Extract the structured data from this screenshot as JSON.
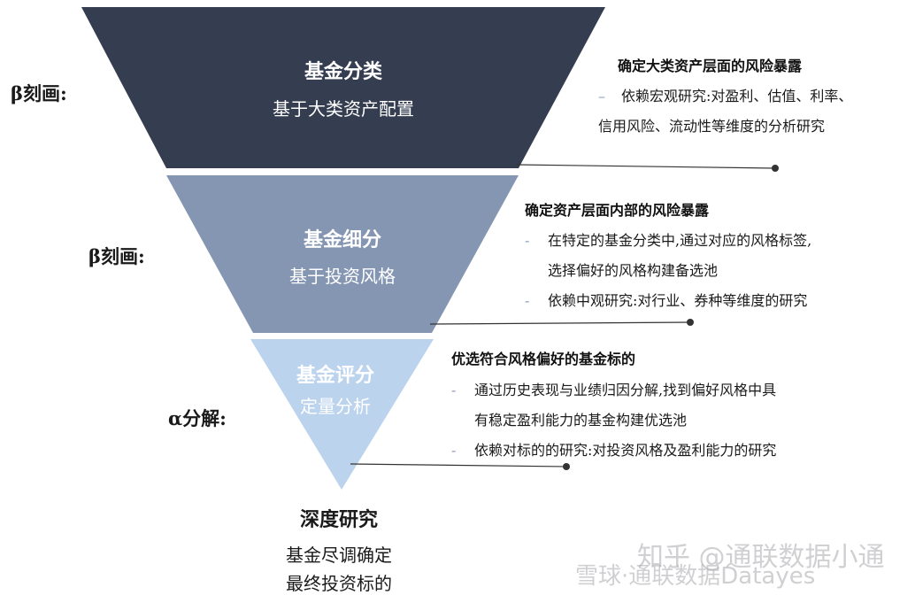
{
  "colors": {
    "tier1": "#353d50",
    "tier2": "#8596b3",
    "tier3": "#bcd3ee",
    "connector": "#333333"
  },
  "tiers": [
    {
      "title": "基金分类",
      "subtitle": "基于大类资产配置",
      "side_label": "β刻画:"
    },
    {
      "title": "基金细分",
      "subtitle": "基于投资风格",
      "side_label": "β刻画:"
    },
    {
      "title": "基金评分",
      "subtitle": "定量分析",
      "side_label": "α分解:"
    }
  ],
  "bottom": {
    "title": "深度研究",
    "line1": "基金尽调确定",
    "line2": "最终投资标的"
  },
  "notes": [
    {
      "heading": "确定大类资产层面的风险暴露",
      "line1": "依赖宏观研究:对盈利、估值、利率、",
      "line2": "信用风险、流动性等维度的分析研究",
      "dash": "–"
    },
    {
      "heading": "确定资产层面内部的风险暴露",
      "line1": "在特定的基金分类中,通过对应的风格标签,",
      "line2": "选择偏好的风格构建备选池",
      "line3": "依赖中观研究:对行业、券种等维度的研究",
      "dash": "-"
    },
    {
      "heading": "优选符合风格偏好的基金标的",
      "line1": "通过历史表现与业绩归因分解,找到偏好风格中具",
      "line2": "有稳定盈利能力的基金构建优选池",
      "line3": "依赖对标的的研究:对投资风格及盈利能力的研究",
      "dash": "-"
    }
  ],
  "watermark": "知乎 @通联数据小通",
  "watermark2": "雪球·通联数据Datayes"
}
